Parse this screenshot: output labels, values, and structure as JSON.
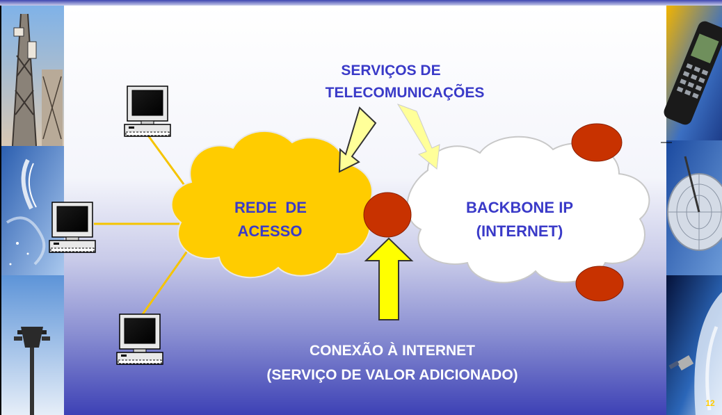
{
  "slide": {
    "services_label": [
      "SERVIÇOS DE",
      "TELECOMUNICAÇÕES"
    ],
    "access_network_label": [
      "REDE  DE",
      "ACESSO"
    ],
    "backbone_label": [
      "BACKBONE IP",
      "(INTERNET)"
    ],
    "connection_label": [
      "CONEXÃO À INTERNET",
      "(SERVIÇO DE VALOR ADICIONADO)"
    ],
    "page_number": "12"
  },
  "colors": {
    "text_blue": "#3a3ac8",
    "access_cloud": "#ffcc00",
    "backbone_cloud": "#ffffff",
    "node_red": "#c83200",
    "arrow_pale": "#ffff99",
    "arrow_bright": "#ffff00",
    "link_line": "#f5c400",
    "page_number": "#ffcc00"
  },
  "icons": [
    "computer-icon",
    "tower-photo",
    "phone-photo",
    "satellite-dish-photo",
    "satellite-photo"
  ]
}
